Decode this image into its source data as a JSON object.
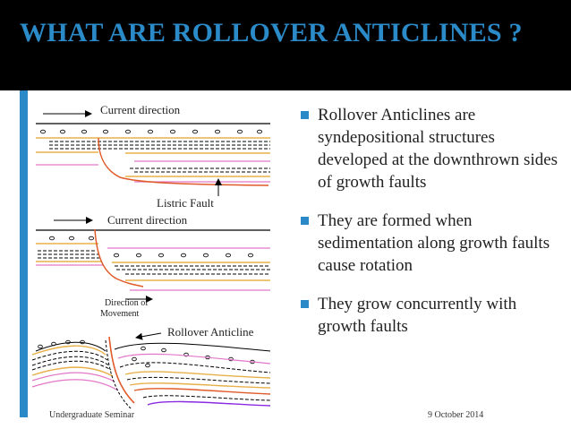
{
  "slide": {
    "title": "WHAT ARE ROLLOVER ANTICLINES ?",
    "colors": {
      "title": "#2b8bc9",
      "header_bg": "#000000",
      "accent": "#2a89c6"
    }
  },
  "diagram": {
    "panel1": {
      "current_label": "Current direction",
      "fault_label": "Listric Fault"
    },
    "panel2": {
      "current_label": "Current direction",
      "movement_label_line1": "Direction of",
      "movement_label_line2": "Movement"
    },
    "panel3": {
      "anticline_label": "Rollover Anticline"
    }
  },
  "bullets": [
    {
      "text": "Rollover Anticlines are syndepositional structures developed at the downthrown sides of growth faults"
    },
    {
      "text": "They are formed when sedimentation along growth faults cause rotation"
    },
    {
      "text": "They grow concurrently with growth faults"
    }
  ],
  "footer": {
    "left": "Undergraduate Seminar",
    "right": "9 October 2014"
  }
}
